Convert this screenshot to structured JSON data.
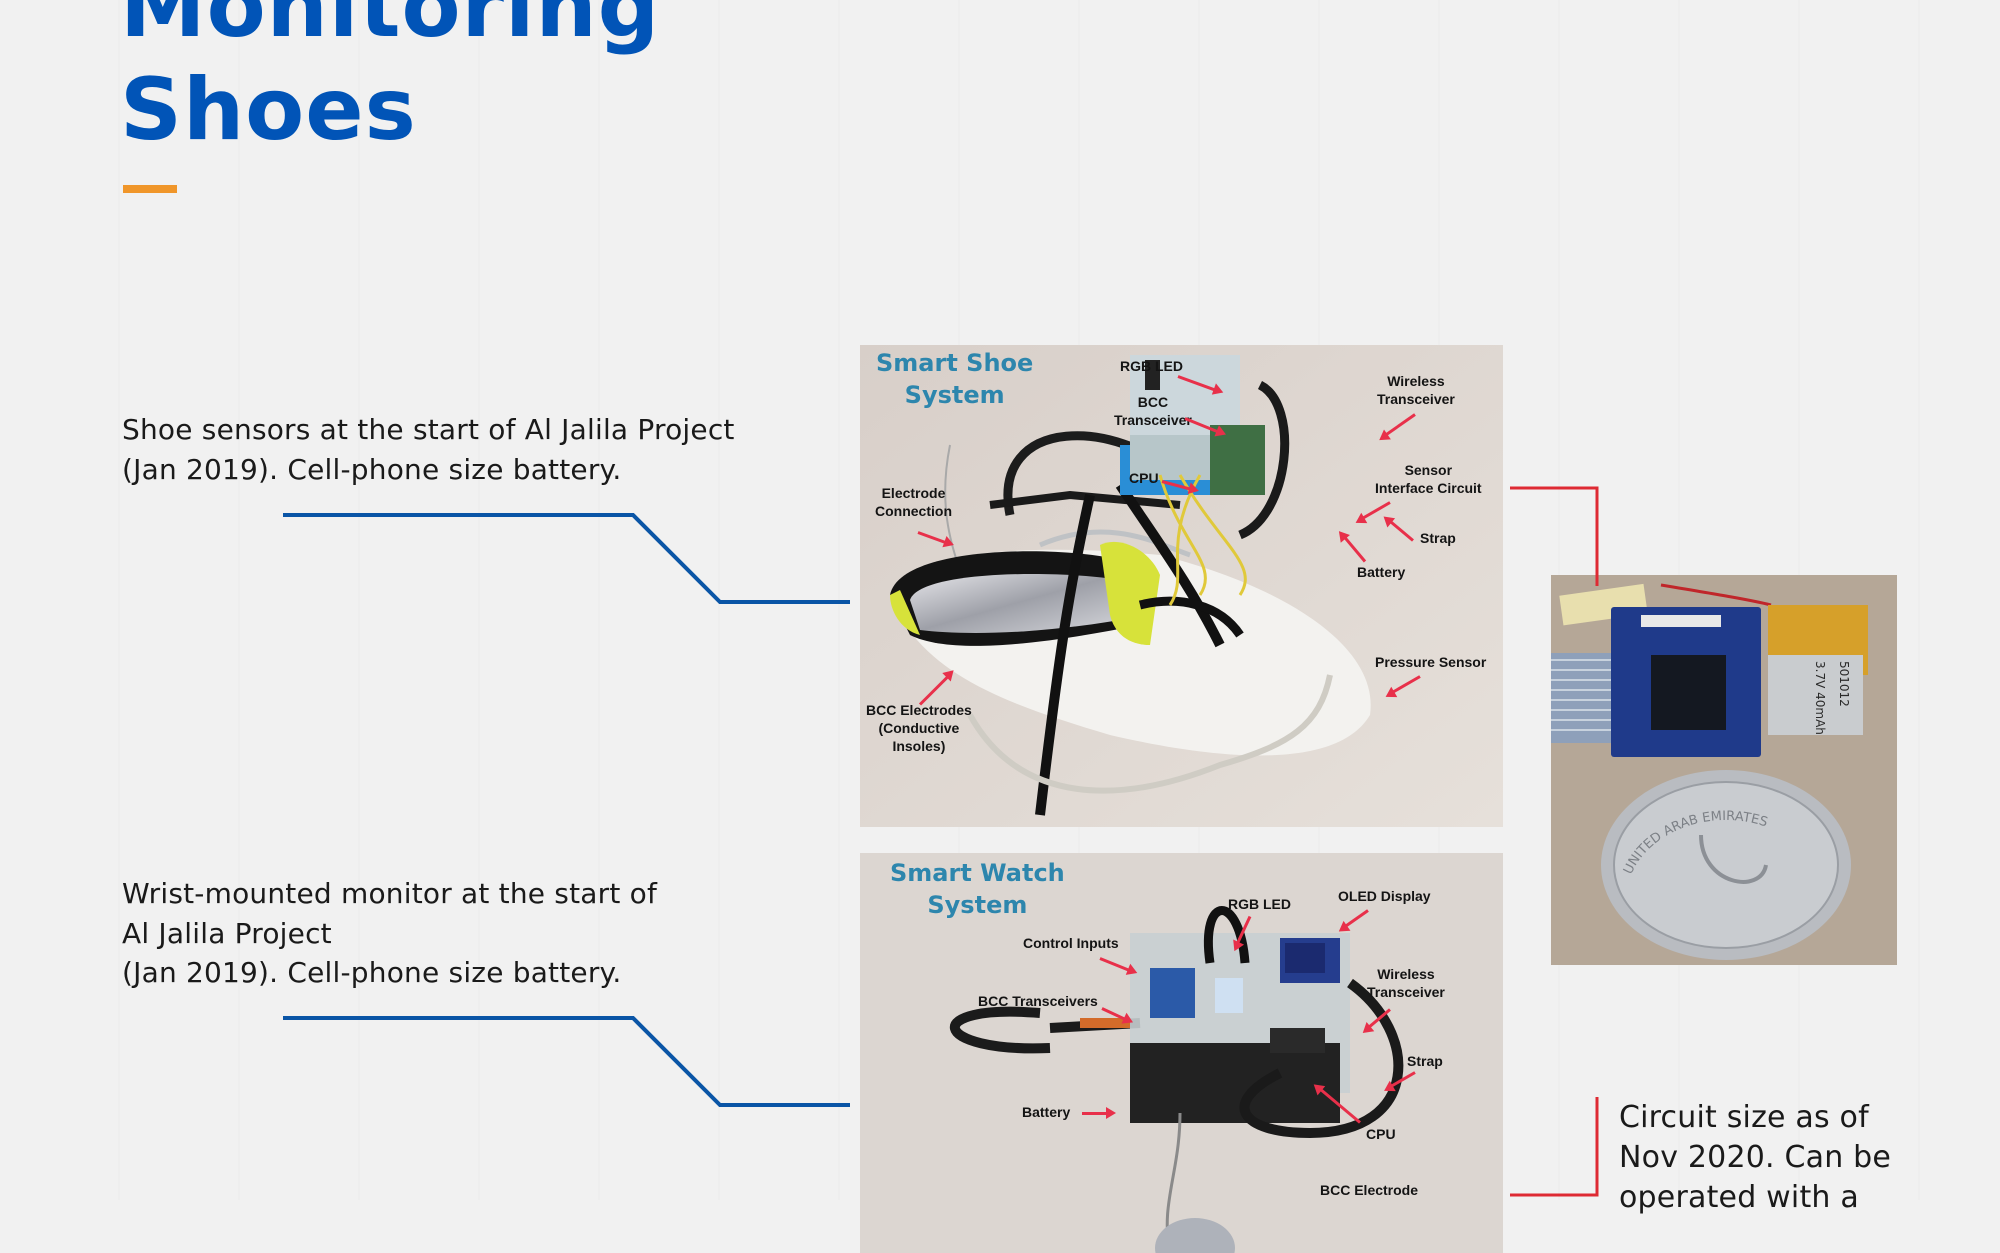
{
  "page": {
    "title_lines": [
      "Monitoring",
      "Shoes"
    ],
    "accent_color": "#f0962a",
    "title_color": "#0154b7"
  },
  "captions": {
    "shoe": {
      "lines": [
        "Shoe sensors at the start of Al Jalila Project",
        "(Jan 2019). Cell-phone size battery."
      ]
    },
    "watch": {
      "lines": [
        "Wrist-mounted monitor at the start of",
        "Al Jalila Project",
        "(Jan 2019). Cell-phone size battery."
      ]
    },
    "circuit": {
      "lines": [
        "Circuit size as of",
        "Nov 2020. Can be",
        "operated with a"
      ]
    }
  },
  "photos": {
    "shoe": {
      "title_lines": [
        "Smart Shoe",
        "System"
      ],
      "labels": {
        "rgb_led": [
          "RGB LED"
        ],
        "bcc_transceiver": [
          "BCC",
          "Transceiver"
        ],
        "cpu": [
          "CPU"
        ],
        "wireless_transceiver": [
          "Wireless",
          "Transceiver"
        ],
        "sensor_interface": [
          "Sensor",
          "Interface Circuit"
        ],
        "strap": [
          "Strap"
        ],
        "battery": [
          "Battery"
        ],
        "electrode_connection": [
          "Electrode",
          "Connection"
        ],
        "pressure_sensor": [
          "Pressure Sensor"
        ],
        "bcc_electrodes": [
          "BCC Electrodes",
          "(Conductive",
          "Insoles)"
        ]
      }
    },
    "watch": {
      "title_lines": [
        "Smart Watch",
        "System"
      ],
      "labels": {
        "rgb_led": [
          "RGB LED"
        ],
        "oled_display": [
          "OLED Display"
        ],
        "control_inputs": [
          "Control Inputs"
        ],
        "bcc_transceivers": [
          "BCC Transceivers"
        ],
        "wireless_transceiver": [
          "Wireless",
          "Transceiver"
        ],
        "strap": [
          "Strap"
        ],
        "battery": [
          "Battery"
        ],
        "cpu": [
          "CPU"
        ],
        "bcc_electrode": [
          "BCC Electrode"
        ]
      }
    },
    "circuit": {
      "coin_text": "UNITED ARAB EMIRATES",
      "battery_text": [
        "501012",
        "3.7V 40mAh"
      ]
    }
  },
  "connectors": {
    "blue": "#0a55a6",
    "red": "#de2a33"
  }
}
